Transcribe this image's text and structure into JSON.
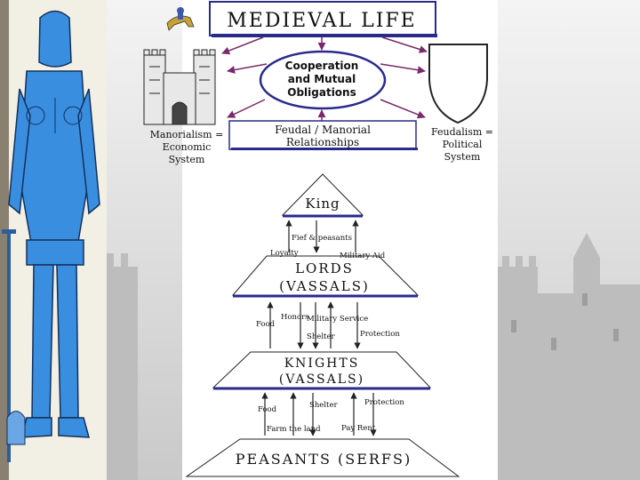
{
  "title": "MEDIEVAL LIFE",
  "cooperation": {
    "line1": "Cooperation",
    "line2": "and Mutual",
    "line3": "Obligations"
  },
  "manorialism": {
    "line1": "Manorialism =",
    "line2": "Economic",
    "line3": "System"
  },
  "feudalism": {
    "line1": "Feudalism =",
    "line2": "Political",
    "line3": "System"
  },
  "relationships": {
    "line1": "Feudal / Manorial",
    "line2": "Relationships"
  },
  "tiers": {
    "king": "King",
    "lords": {
      "line1": "LORDS",
      "line2": "(VASSALS)"
    },
    "knights": {
      "line1": "KNIGHTS",
      "line2": "(VASSALS)"
    },
    "peasants": "PEASANTS (SERFS)"
  },
  "obligations": {
    "fief": "Fief & peasants",
    "loyalty": "Loyalty",
    "military_aid": "Military Aid",
    "food1": "Food",
    "honors": "Honors",
    "military_service": "Military Service",
    "shelter1": "Shelter",
    "protection1": "Protection",
    "food2": "Food",
    "shelter2": "Shelter",
    "protection2": "Protection",
    "farm": "Farm the land",
    "pay_rent": "Pay Rent"
  },
  "colors": {
    "accent": "#2a2a8c",
    "knight": "#3a8ee0",
    "arrow": "#7a2a6a"
  }
}
